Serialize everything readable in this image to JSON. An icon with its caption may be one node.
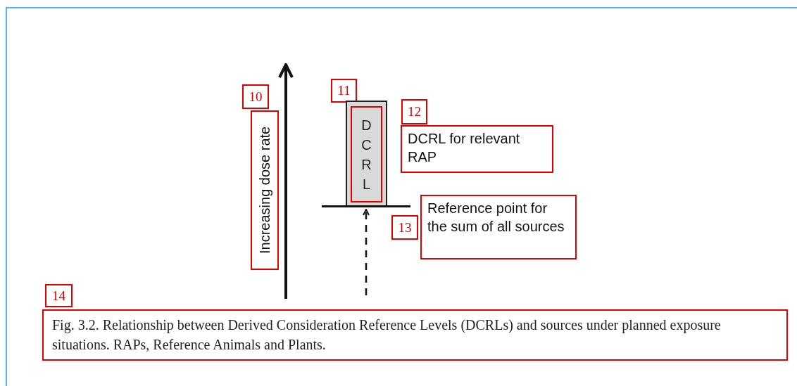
{
  "diagram": {
    "caption": "Fig. 3.2. Relationship between Derived Consideration Reference Levels (DCRLs) and sources under planned exposure situations. RAPs, Reference Animals and Plants.",
    "nodes": [
      {
        "text": [
          "D C R L"
        ]
      },
      {
        "text": [],
        "shape": "bar"
      }
    ],
    "edges": [
      {
        "from": null,
        "to": 1,
        "arrow": "to",
        "style": "dashed"
      }
    ],
    "labels": [
      "10",
      "Increasing dose rate",
      "11",
      "12",
      "DCRL for relevant RAP",
      "13",
      "Reference point for the sum of all sources",
      "14"
    ]
  }
}
